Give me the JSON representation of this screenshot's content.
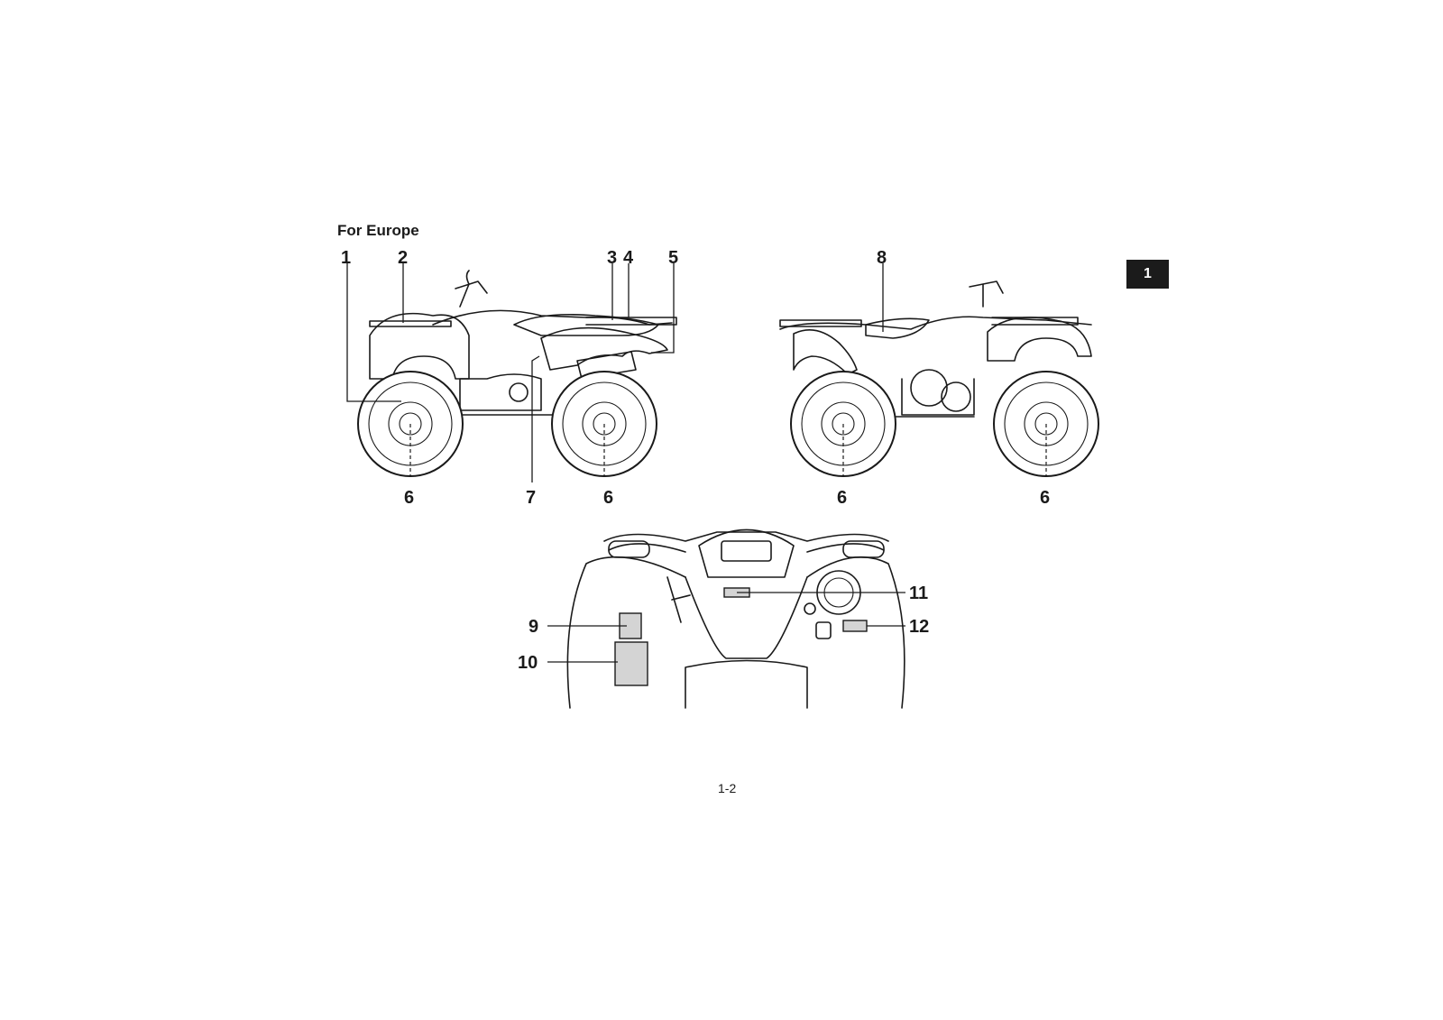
{
  "heading": "For Europe",
  "chapter_tab": "1",
  "page_number": "1-2",
  "callouts": {
    "c1": "1",
    "c2": "2",
    "c3": "3",
    "c4": "4",
    "c5": "5",
    "c6": "6",
    "c7": "7",
    "c8": "8",
    "c9": "9",
    "c10": "10",
    "c11": "11",
    "c12": "12"
  }
}
